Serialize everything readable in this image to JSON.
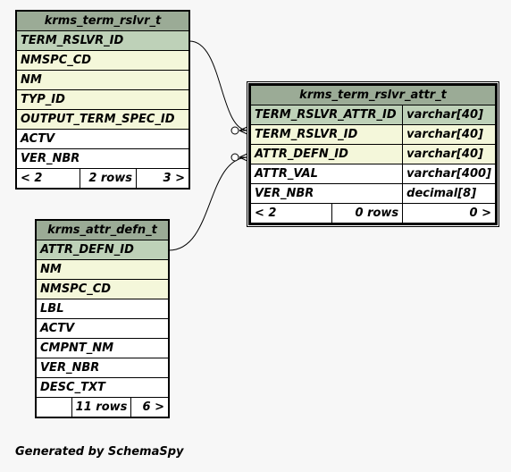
{
  "tables": {
    "rslvr": {
      "name": "krms_term_rslvr_t",
      "columns": [
        {
          "name": "TERM_RSLVR_ID",
          "key": "pk"
        },
        {
          "name": "NMSPC_CD",
          "key": "fk"
        },
        {
          "name": "NM",
          "key": "fk"
        },
        {
          "name": "TYP_ID",
          "key": "fk"
        },
        {
          "name": "OUTPUT_TERM_SPEC_ID",
          "key": "fk"
        },
        {
          "name": "ACTV",
          "key": "none"
        },
        {
          "name": "VER_NBR",
          "key": "none"
        }
      ],
      "footer": {
        "parents": "< 2",
        "rows": "2 rows",
        "children": "3 >"
      }
    },
    "attr": {
      "name": "krms_term_rslvr_attr_t",
      "columns": [
        {
          "name": "TERM_RSLVR_ATTR_ID",
          "type": "varchar[40]",
          "key": "pk"
        },
        {
          "name": "TERM_RSLVR_ID",
          "type": "varchar[40]",
          "key": "fk"
        },
        {
          "name": "ATTR_DEFN_ID",
          "type": "varchar[40]",
          "key": "fk"
        },
        {
          "name": "ATTR_VAL",
          "type": "varchar[400]",
          "key": "none"
        },
        {
          "name": "VER_NBR",
          "type": "decimal[8]",
          "key": "none"
        }
      ],
      "footer": {
        "parents": "< 2",
        "rows": "0 rows",
        "children": "0 >"
      }
    },
    "defn": {
      "name": "krms_attr_defn_t",
      "columns": [
        {
          "name": "ATTR_DEFN_ID",
          "key": "pk"
        },
        {
          "name": "NM",
          "key": "fk"
        },
        {
          "name": "NMSPC_CD",
          "key": "fk"
        },
        {
          "name": "LBL",
          "key": "none"
        },
        {
          "name": "ACTV",
          "key": "none"
        },
        {
          "name": "CMPNT_NM",
          "key": "none"
        },
        {
          "name": "VER_NBR",
          "key": "none"
        },
        {
          "name": "DESC_TXT",
          "key": "none"
        }
      ],
      "footer": {
        "parents": "",
        "rows": "11 rows",
        "children": "6 >"
      }
    }
  },
  "colors": {
    "header": "#9bab96",
    "primary_key": "#bed1b8",
    "indexed": "#f4f7da"
  },
  "generated_by": "Generated by SchemaSpy"
}
